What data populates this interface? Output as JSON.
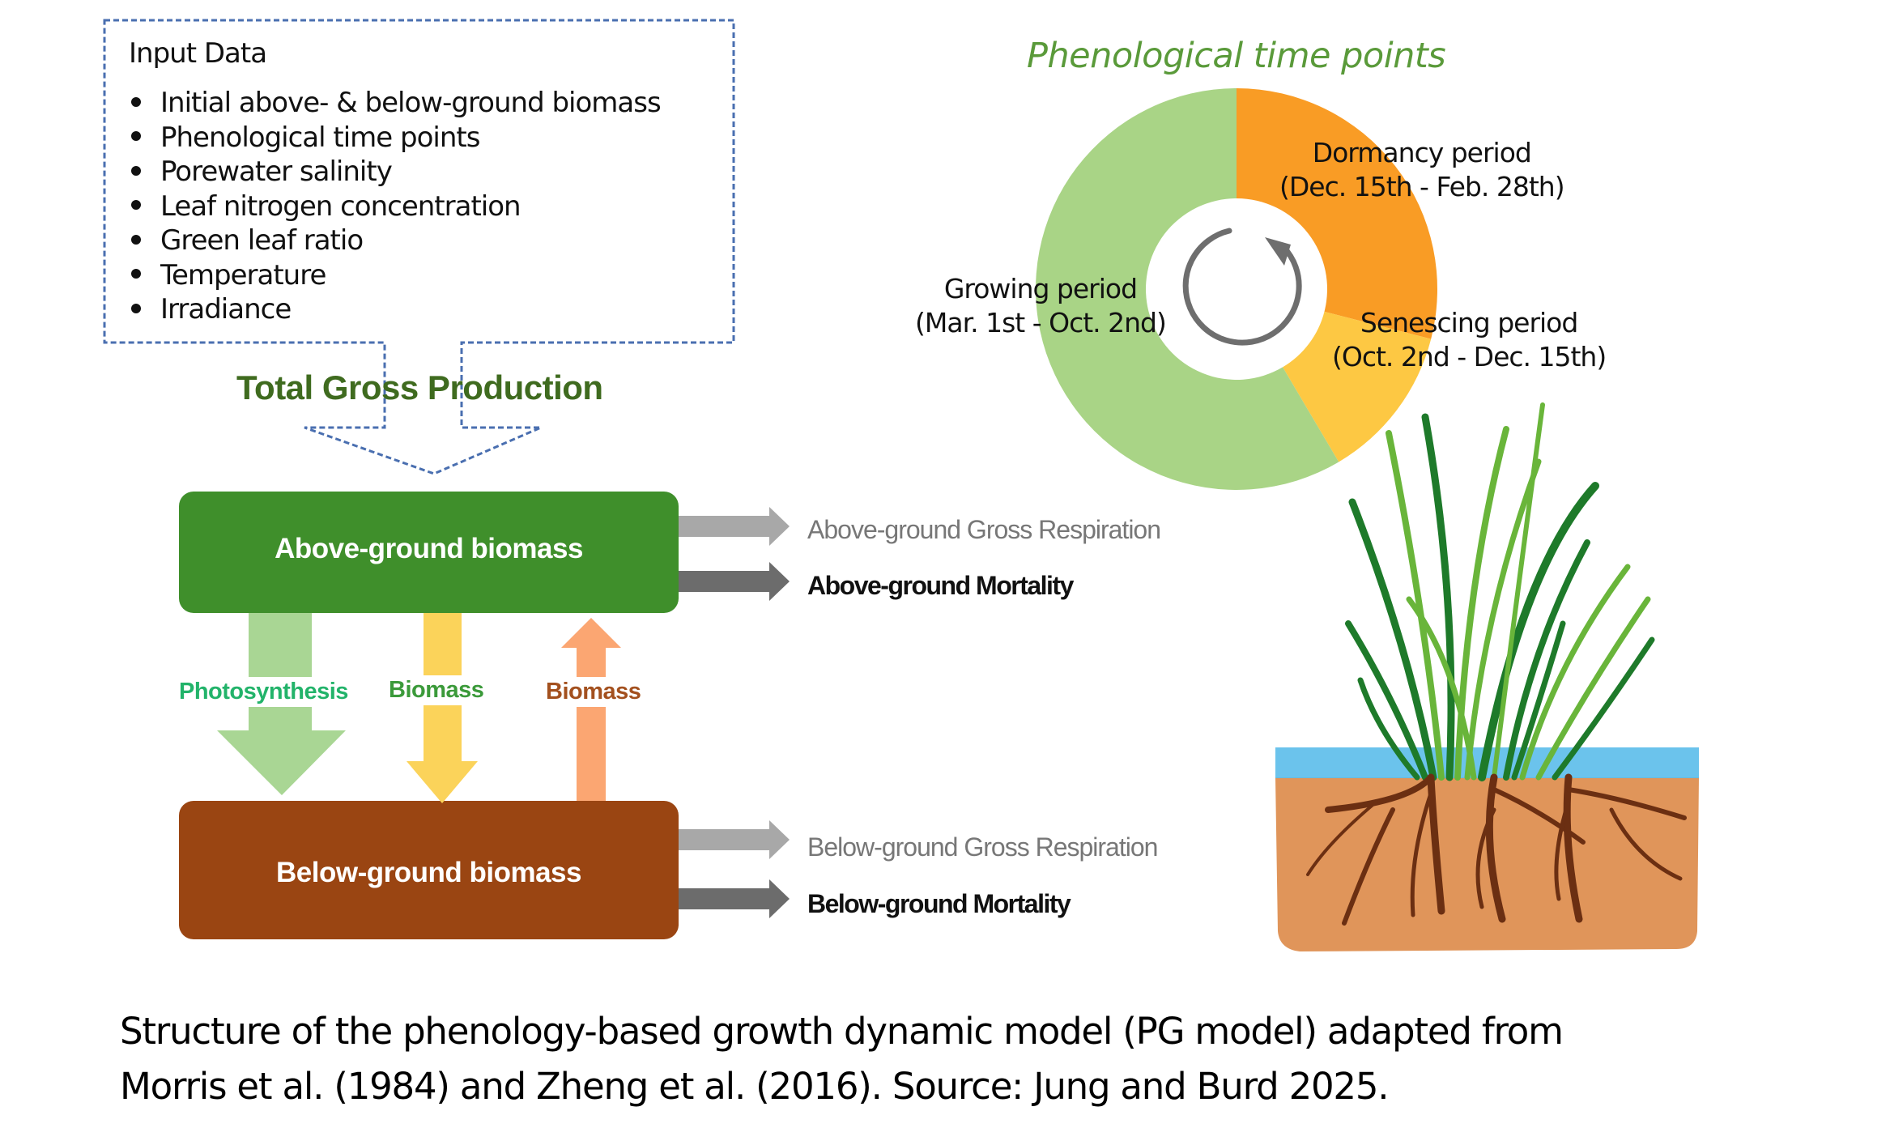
{
  "input_data": {
    "title": "Input Data",
    "items": [
      "Initial above- & below-ground biomass",
      "Phenological time points",
      "Porewater salinity",
      "Leaf nitrogen concentration",
      "Green leaf ratio",
      "Temperature",
      "Irradiance"
    ]
  },
  "total_gross_production": "Total Gross Production",
  "above_ground": {
    "label": "Above-ground biomass",
    "color": "#3f8f2b",
    "outputs": {
      "respiration": "Above-ground Gross Respiration",
      "mortality": "Above-ground Mortality"
    }
  },
  "below_ground": {
    "label": "Below-ground biomass",
    "color": "#9a4512",
    "outputs": {
      "respiration": "Below-ground Gross Respiration",
      "mortality": "Below-ground Mortality"
    }
  },
  "flows": {
    "photosynthesis": {
      "label": "Photosynthesis",
      "color": "#a9d694"
    },
    "biomass_down": {
      "label": "Biomass",
      "color": "#fbd35a"
    },
    "biomass_up": {
      "label": "Biomass",
      "color": "#fba672"
    }
  },
  "phenology": {
    "title": "Phenological time points",
    "segments": [
      {
        "name": "Dormancy period",
        "range": "(Dec. 15th - Feb. 28th)",
        "color": "#f99c25",
        "fraction": 0.29
      },
      {
        "name": "Senescing period",
        "range": "(Oct. 2nd - Dec. 15th)",
        "color": "#fdc843",
        "fraction": 0.125
      },
      {
        "name": "Growing period",
        "range": "(Mar. 1st - Oct. 2nd)",
        "color": "#a9d486",
        "fraction": 0.585
      }
    ],
    "cycle_icon": "cycle-arrow-icon"
  },
  "illustration": {
    "water_color": "#5bbcea",
    "soil_color": "#e0955a",
    "root_color": "#6b2f12",
    "leaf_dark": "#1e7a2a",
    "leaf_light": "#69b53a"
  },
  "caption": {
    "line1": "Structure of the phenology-based growth dynamic model (PG model) adapted from",
    "line2": "Morris et al. (1984) and Zheng et al. (2016). Source: Jung and Burd 2025."
  }
}
